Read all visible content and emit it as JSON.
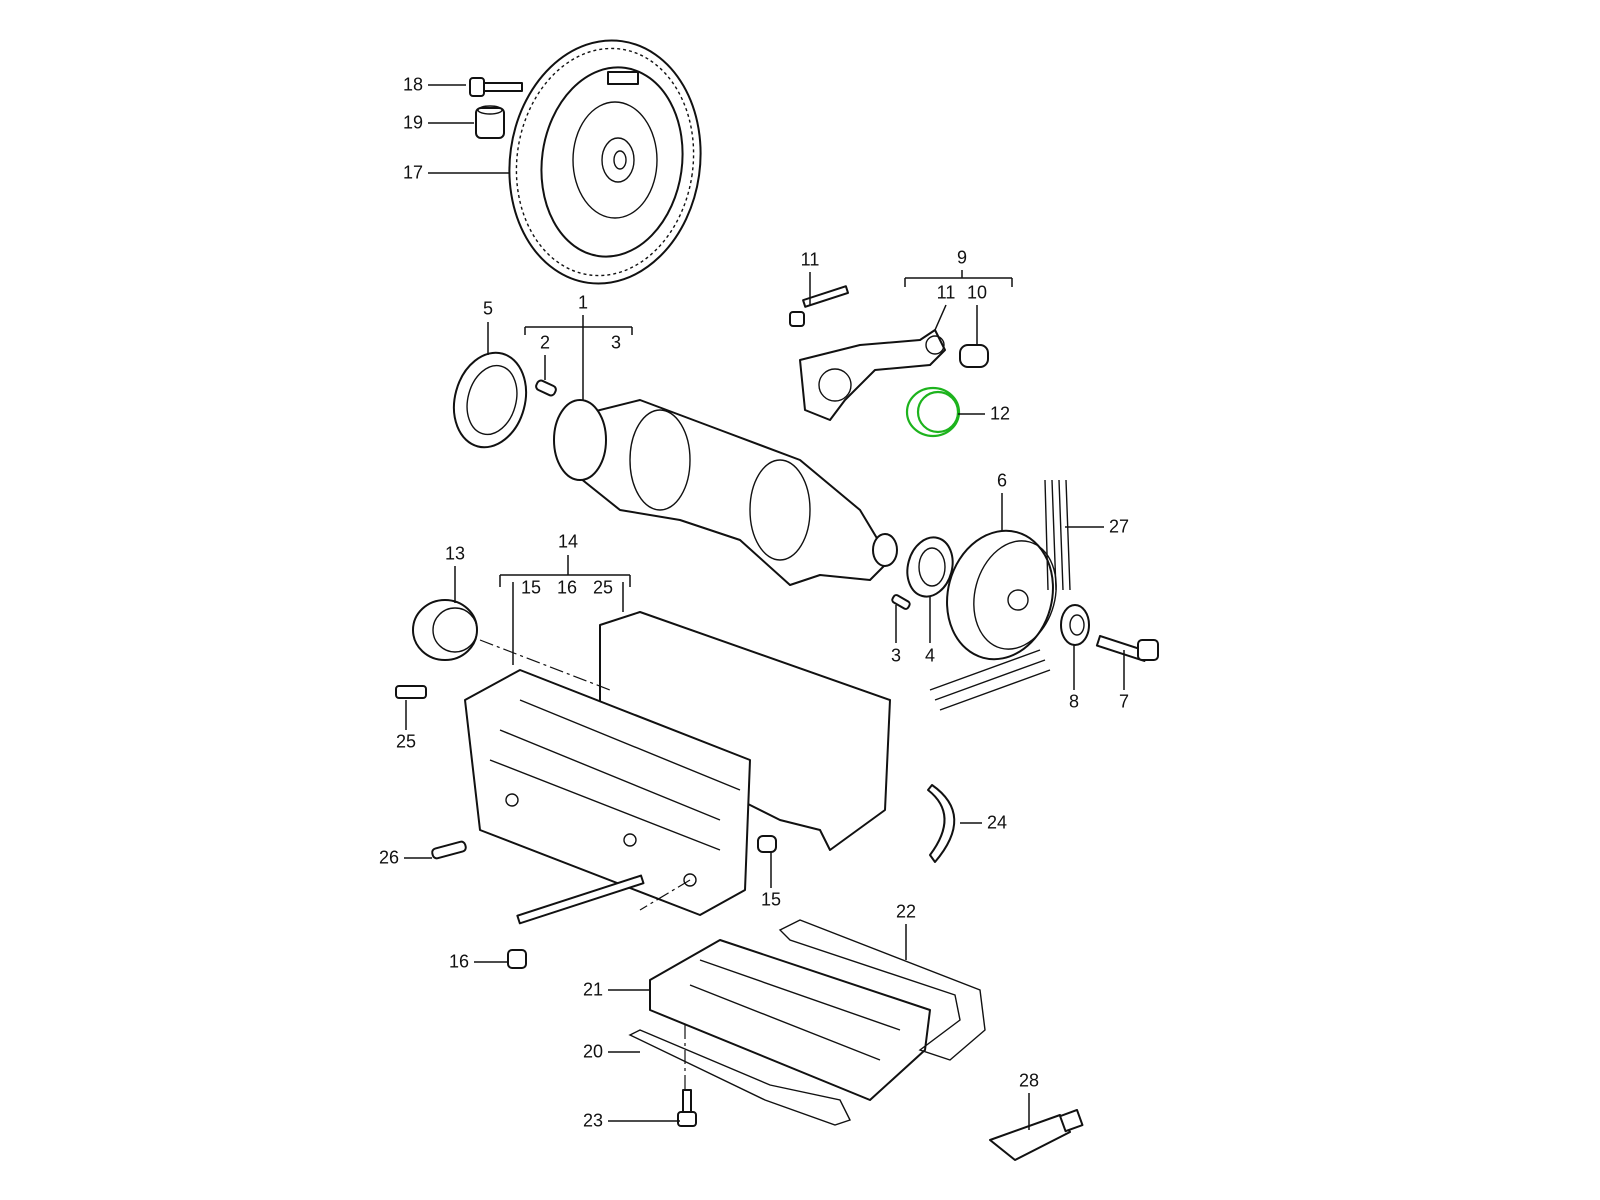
{
  "diagram": {
    "title": "Crankshaft, connecting rod, crankcase assembly",
    "highlight_color": "#1db31d",
    "highlighted_part": "12",
    "callouts": [
      "18",
      "19",
      "17",
      "11",
      "9",
      "11",
      "10",
      "5",
      "1",
      "2",
      "3",
      "12",
      "6",
      "27",
      "14",
      "13",
      "15",
      "16",
      "25",
      "3",
      "4",
      "8",
      "7",
      "25",
      "24",
      "26",
      "15",
      "22",
      "16",
      "21",
      "20",
      "28",
      "23"
    ]
  }
}
